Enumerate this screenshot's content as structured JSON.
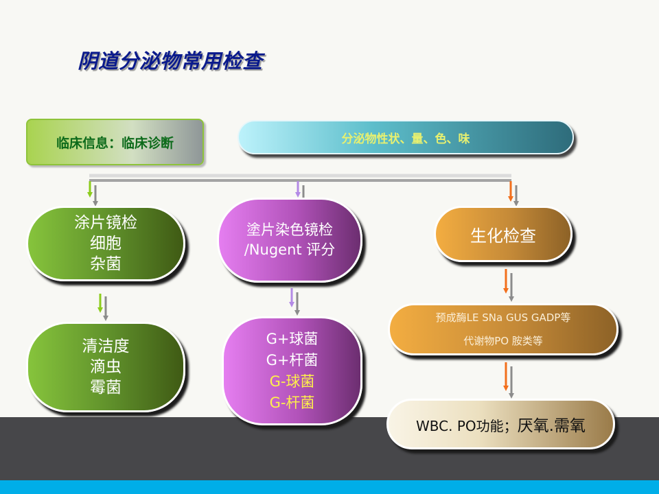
{
  "slide": {
    "title": "阴道分泌物常用检查"
  },
  "boxes": {
    "clinical": "临床信息：临床诊断",
    "secretion": "分泌物性状、量、色、味",
    "smear": [
      "涂片镜检",
      "细胞",
      "杂菌"
    ],
    "trich": [
      "清洁度",
      "滴虫",
      "霉菌"
    ],
    "stain": [
      "塗片染色镜检",
      "/Nugent 评分"
    ],
    "gram": [
      "G+球菌",
      "G+杆菌",
      "G-球菌",
      "G-杆菌"
    ],
    "biochem": "生化检查",
    "enzyme": [
      "预成酶LE  SNa GUS GADP等",
      "代谢物PO  胺类等"
    ],
    "wbc": {
      "part1": "WBC. PO功能；",
      "part2": "厌氧.需氧"
    }
  },
  "colors": {
    "title": "#0a1a8c",
    "green_arrow": "#8ccc1c",
    "purple_arrow": "#b38ae6",
    "orange_arrow": "#f26f1c",
    "gray_arrow": "#8c8c8c",
    "highlight_text": "#fef04a"
  }
}
